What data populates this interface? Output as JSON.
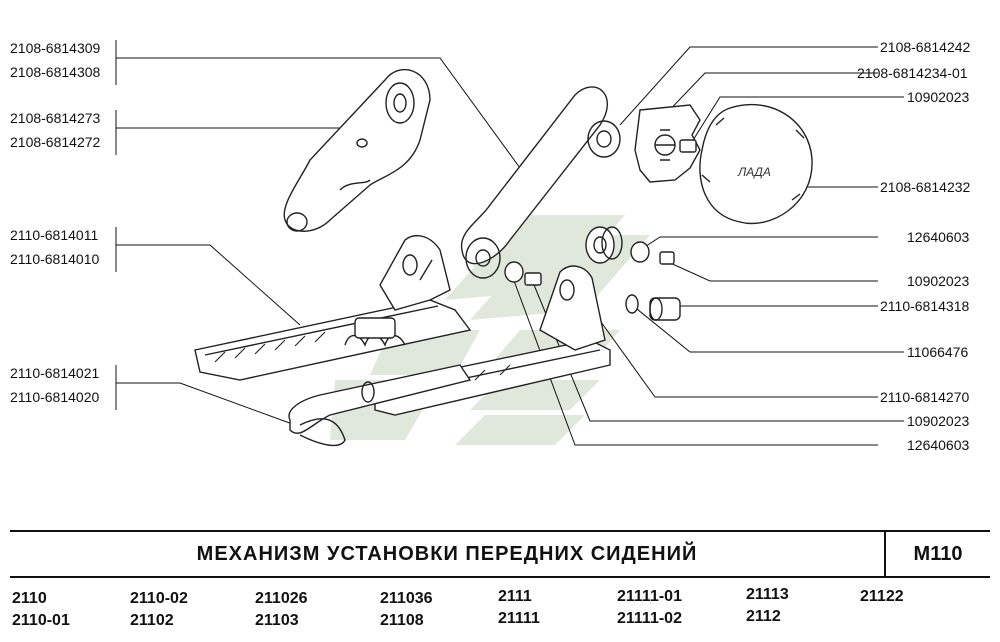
{
  "part_labels": {
    "p2108_6814309": "2108-6814309",
    "p2108_6814308": "2108-6814308",
    "p2108_6814273": "2108-6814273",
    "p2108_6814272": "2108-6814272",
    "p2110_6814011": "2110-6814011",
    "p2110_6814010": "2110-6814010",
    "p2110_6814021": "2110-6814021",
    "p2110_6814020": "2110-6814020",
    "p2108_6814242": "2108-6814242",
    "p2108_6814234_01": "2108-6814234-01",
    "p10902023_a": "10902023",
    "p2108_6814232": "2108-6814232",
    "p12640603_a": "12640603",
    "p10902023_b": "10902023",
    "p2110_6814318": "2110-6814318",
    "p11066476": "11066476",
    "p2110_6814270": "2110-6814270",
    "p10902023_c": "10902023",
    "p12640603_b": "12640603"
  },
  "cap_logo_text": "ЛАДА",
  "title": {
    "text": "МЕХАНИЗМ УСТАНОВКИ ПЕРЕДНИХ СИДЕНИЙ",
    "code": "M110"
  },
  "models": {
    "m2110": "2110",
    "m2110_01": "2110-01",
    "m2110_02": "2110-02",
    "m21102": "21102",
    "m211026": "211026",
    "m21103": "21103",
    "m211036": "211036",
    "m21108": "21108",
    "m2111": "2111",
    "m21111": "21111",
    "m21111_01": "21111-01",
    "m21111_02": "21111-02",
    "m21113": "21113",
    "m2112": "2112",
    "m21122": "21122"
  },
  "colors": {
    "line": "#111111",
    "watermark": "#cfd8c9",
    "background": "#ffffff"
  }
}
